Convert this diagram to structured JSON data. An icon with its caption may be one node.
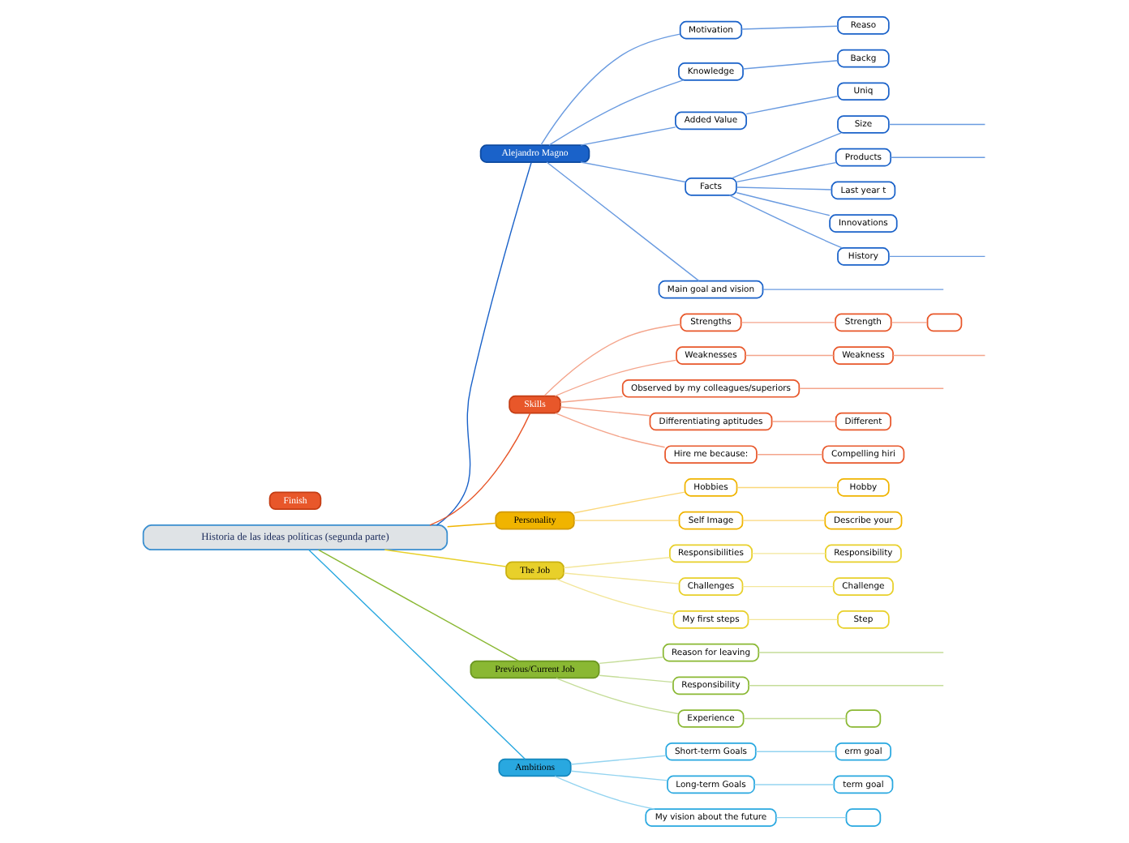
{
  "diagram": {
    "nodes": [
      {
        "text": [
          "Historia de las ideas políticas (segunda parte)"
        ]
      },
      {
        "text": [
          "Alejandro Magno"
        ]
      },
      {
        "text": [
          "Motivation"
        ]
      },
      {
        "text": [
          "Reaso"
        ]
      },
      {
        "text": [
          "Knowledge"
        ]
      },
      {
        "text": [
          "Backg"
        ]
      },
      {
        "text": [
          "Added Value"
        ]
      },
      {
        "text": [
          "Uniq"
        ]
      },
      {
        "text": [
          "Facts"
        ]
      },
      {
        "text": [
          "Size"
        ]
      },
      {
        "text": [
          "Products"
        ]
      },
      {
        "text": [
          "Last year t"
        ]
      },
      {
        "text": [
          "Innovations"
        ]
      },
      {
        "text": [
          "History"
        ]
      },
      {
        "text": [
          "Main goal and vision"
        ]
      },
      {
        "text": [
          "Skills"
        ]
      },
      {
        "text": [
          "Strengths"
        ]
      },
      {
        "text": [
          "Strength"
        ]
      },
      {
        "text": [],
        "shape": "box"
      },
      {
        "text": [
          "Weaknesses"
        ]
      },
      {
        "text": [
          "Weakness"
        ]
      },
      {
        "text": [
          "Observed by my colleagues/superiors"
        ]
      },
      {
        "text": [
          "Differentiating aptitudes"
        ]
      },
      {
        "text": [
          "Different"
        ]
      },
      {
        "text": [
          "Hire me because:"
        ]
      },
      {
        "text": [
          "Compelling hiri"
        ]
      },
      {
        "text": [
          "Personality"
        ]
      },
      {
        "text": [
          "Hobbies"
        ]
      },
      {
        "text": [
          "Hobby"
        ]
      },
      {
        "text": [
          "Self Image"
        ]
      },
      {
        "text": [
          "Describe your"
        ]
      },
      {
        "text": [
          "The Job"
        ]
      },
      {
        "text": [
          "Responsibilities"
        ]
      },
      {
        "text": [
          "Responsibility"
        ]
      },
      {
        "text": [
          "Challenges"
        ]
      },
      {
        "text": [
          "Challenge"
        ]
      },
      {
        "text": [
          "My first steps"
        ]
      },
      {
        "text": [
          "Step"
        ]
      },
      {
        "text": [
          "Previous/Current Job"
        ]
      },
      {
        "text": [
          "Reason for leaving"
        ]
      },
      {
        "text": [
          "Responsibility"
        ]
      },
      {
        "text": [
          "Experience"
        ]
      },
      {
        "text": [],
        "shape": "box"
      },
      {
        "text": [
          "Ambitions"
        ]
      },
      {
        "text": [
          "Short-term Goals"
        ]
      },
      {
        "text": [
          "erm goal"
        ]
      },
      {
        "text": [
          "Long-term Goals"
        ]
      },
      {
        "text": [
          "term goal"
        ]
      },
      {
        "text": [
          "My vision about the future"
        ]
      },
      {
        "text": [],
        "shape": "box"
      },
      {
        "text": [
          "Finish"
        ]
      }
    ],
    "edges": [
      {
        "from": 0,
        "to": 1,
        "arrow": "none",
        "color": "#1a62c9"
      },
      {
        "from": 1,
        "to": 2,
        "arrow": "none",
        "color": "#6a9be0"
      },
      {
        "from": 2,
        "to": 3,
        "arrow": "none",
        "color": "#6a9be0"
      },
      {
        "from": 1,
        "to": 4,
        "arrow": "none",
        "color": "#6a9be0"
      },
      {
        "from": 4,
        "to": 5,
        "arrow": "none",
        "color": "#6a9be0"
      },
      {
        "from": 1,
        "to": 6,
        "arrow": "none",
        "color": "#6a9be0"
      },
      {
        "from": 6,
        "to": 7,
        "arrow": "none",
        "color": "#6a9be0"
      },
      {
        "from": 1,
        "to": 8,
        "arrow": "none",
        "color": "#6a9be0"
      },
      {
        "from": 8,
        "to": 9,
        "arrow": "none",
        "color": "#6a9be0"
      },
      {
        "from": 9,
        "to": null,
        "arrow": "none",
        "color": "#6a9be0"
      },
      {
        "from": 8,
        "to": 10,
        "arrow": "none",
        "color": "#6a9be0"
      },
      {
        "from": 10,
        "to": null,
        "arrow": "none",
        "color": "#6a9be0"
      },
      {
        "from": 8,
        "to": 11,
        "arrow": "none",
        "color": "#6a9be0"
      },
      {
        "from": 8,
        "to": 12,
        "arrow": "none",
        "color": "#6a9be0"
      },
      {
        "from": 8,
        "to": 13,
        "arrow": "none",
        "color": "#6a9be0"
      },
      {
        "from": 13,
        "to": null,
        "arrow": "none",
        "color": "#6a9be0"
      },
      {
        "from": 1,
        "to": 14,
        "arrow": "none",
        "color": "#6a9be0"
      },
      {
        "from": 14,
        "to": null,
        "arrow": "none",
        "color": "#6a9be0"
      },
      {
        "from": 0,
        "to": 15,
        "arrow": "none",
        "color": "#e8572a"
      },
      {
        "from": 15,
        "to": 16,
        "arrow": "none",
        "color": "#f4a58c"
      },
      {
        "from": 16,
        "to": 17,
        "arrow": "none",
        "color": "#f4a58c"
      },
      {
        "from": 17,
        "to": 18,
        "arrow": "none",
        "color": "#f4a58c"
      },
      {
        "from": 15,
        "to": 19,
        "arrow": "none",
        "color": "#f4a58c"
      },
      {
        "from": 19,
        "to": 20,
        "arrow": "none",
        "color": "#f4a58c"
      },
      {
        "from": 20,
        "to": null,
        "arrow": "none",
        "color": "#f4a58c"
      },
      {
        "from": 15,
        "to": 21,
        "arrow": "none",
        "color": "#f4a58c"
      },
      {
        "from": 21,
        "to": null,
        "arrow": "none",
        "color": "#f4a58c"
      },
      {
        "from": 15,
        "to": 22,
        "arrow": "none",
        "color": "#f4a58c"
      },
      {
        "from": 22,
        "to": 23,
        "arrow": "none",
        "color": "#f4a58c"
      },
      {
        "from": 15,
        "to": 24,
        "arrow": "none",
        "color": "#f4a58c"
      },
      {
        "from": 24,
        "to": 25,
        "arrow": "none",
        "color": "#f4a58c"
      },
      {
        "from": 0,
        "to": 26,
        "arrow": "none",
        "color": "#f0b400"
      },
      {
        "from": 26,
        "to": 27,
        "arrow": "none",
        "color": "#fbd77a"
      },
      {
        "from": 27,
        "to": 28,
        "arrow": "none",
        "color": "#fbd77a"
      },
      {
        "from": 26,
        "to": 29,
        "arrow": "none",
        "color": "#fbd77a"
      },
      {
        "from": 29,
        "to": 30,
        "arrow": "none",
        "color": "#fbd77a"
      },
      {
        "from": 0,
        "to": 31,
        "arrow": "none",
        "color": "#e8d02a"
      },
      {
        "from": 31,
        "to": 32,
        "arrow": "none",
        "color": "#f3e69a"
      },
      {
        "from": 32,
        "to": 33,
        "arrow": "none",
        "color": "#f3e69a"
      },
      {
        "from": 31,
        "to": 34,
        "arrow": "none",
        "color": "#f3e69a"
      },
      {
        "from": 34,
        "to": 35,
        "arrow": "none",
        "color": "#f3e69a"
      },
      {
        "from": 31,
        "to": 36,
        "arrow": "none",
        "color": "#f3e69a"
      },
      {
        "from": 36,
        "to": 37,
        "arrow": "none",
        "color": "#f3e69a"
      },
      {
        "from": 0,
        "to": 38,
        "arrow": "none",
        "color": "#8ab833"
      },
      {
        "from": 38,
        "to": 39,
        "arrow": "none",
        "color": "#c5dd99"
      },
      {
        "from": 39,
        "to": null,
        "arrow": "none",
        "color": "#c5dd99"
      },
      {
        "from": 38,
        "to": 40,
        "arrow": "none",
        "color": "#c5dd99"
      },
      {
        "from": 40,
        "to": null,
        "arrow": "none",
        "color": "#c5dd99"
      },
      {
        "from": 38,
        "to": 41,
        "arrow": "none",
        "color": "#c5dd99"
      },
      {
        "from": 41,
        "to": 42,
        "arrow": "none",
        "color": "#c5dd99"
      },
      {
        "from": 0,
        "to": 43,
        "arrow": "none",
        "color": "#29a8e0"
      },
      {
        "from": 43,
        "to": 44,
        "arrow": "none",
        "color": "#94d4f0"
      },
      {
        "from": 44,
        "to": 45,
        "arrow": "none",
        "color": "#94d4f0"
      },
      {
        "from": 43,
        "to": 46,
        "arrow": "none",
        "color": "#94d4f0"
      },
      {
        "from": 46,
        "to": 47,
        "arrow": "none",
        "color": "#94d4f0"
      },
      {
        "from": 43,
        "to": 48,
        "arrow": "none",
        "color": "#94d4f0"
      },
      {
        "from": 48,
        "to": 49,
        "arrow": "none",
        "color": "#94d4f0"
      }
    ]
  }
}
